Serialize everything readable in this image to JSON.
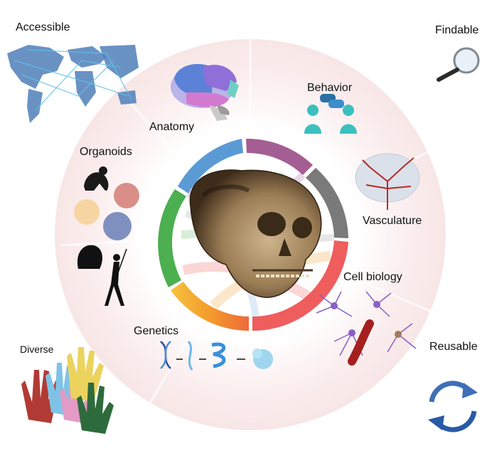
{
  "corners": {
    "accessible": "Accessible",
    "findable": "Findable",
    "diverse": "Diverse",
    "reusable": "Reusable"
  },
  "ring_labels": {
    "anatomy": "Anatomy",
    "behavior": "Behavior",
    "organoids": "Organoids",
    "vasculature": "Vasculature",
    "cell_biology": "Cell biology",
    "genetics": "Genetics"
  },
  "icons": {
    "accessible": "world-network-map-icon",
    "findable": "magnifying-glass-icon",
    "diverse": "multicolor-hands-icon",
    "reusable": "recycle-arrows-icon",
    "anatomy": "brain-icon",
    "behavior": "people-talking-icon",
    "organoids": "organoid-spheres-icon",
    "vasculature": "vascular-brain-icon",
    "cell_biology": "neuron-cells-icon",
    "genetics": "dna-to-protein-icon",
    "center": "hominin-skull-icon"
  },
  "colors": {
    "ring_band": "#fbeeee",
    "anatomy_segment": "#5b9bd5",
    "behavior_segment": "#a45e93",
    "vasculature_segment": "#777777",
    "cell_biology_segment": "#ef5d5d",
    "genetics_segment": "#f4a62a",
    "organoids_segment": "#4caf50"
  }
}
